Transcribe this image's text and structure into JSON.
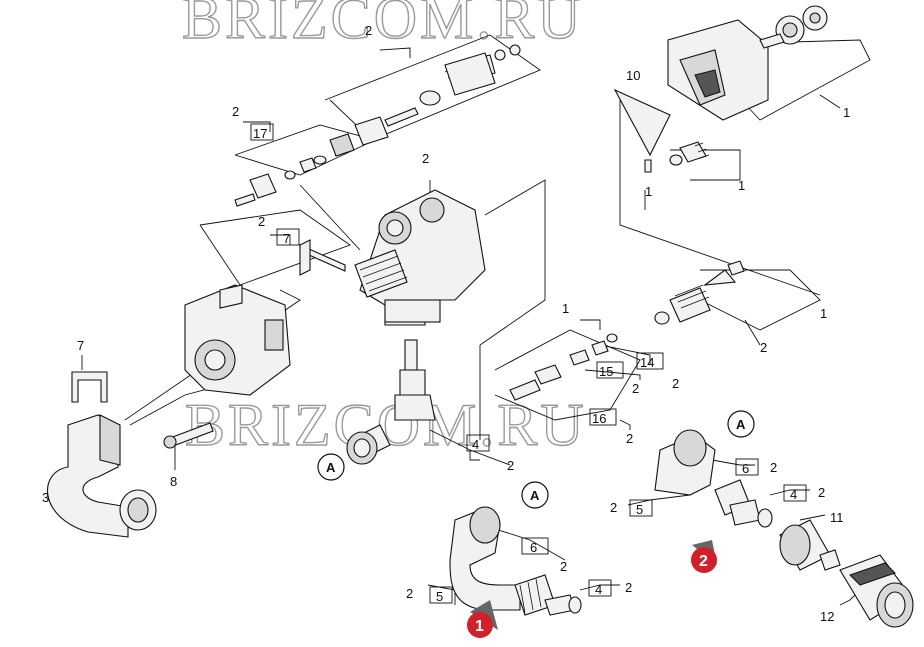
{
  "watermark": "BRIZCOM.RU",
  "labels": {
    "n10": "10",
    "n1_top": "1",
    "n2_top": "2",
    "n17": "17",
    "n2_17": "2",
    "n2_body": "2",
    "n1_valve": "1",
    "n1_right_a": "1",
    "n1_right_b": "1",
    "n2_7": "2",
    "n7_top": "7",
    "n1_mid": "1",
    "n2_right": "2",
    "n14": "14",
    "n2_14": "2",
    "n15": "15",
    "n2_15": "2",
    "n2_16": "2",
    "n16": "16",
    "n7_left": "7",
    "n3": "3",
    "n8": "8",
    "n4_center": "4",
    "n2_center": "2",
    "A_left": "A",
    "A_mid": "A",
    "A_right": "A",
    "n6_mid": "6",
    "n2_6mid": "2",
    "n2_5mid": "2",
    "n5_mid": "5",
    "n4_mid": "4",
    "n2_4mid": "2",
    "n6_right": "6",
    "n2_6right": "2",
    "n2_5right": "2",
    "n5_right": "5",
    "n4_right": "4",
    "n2_4right": "2",
    "n11": "11",
    "n12": "12",
    "badge1": "1",
    "badge2": "2"
  },
  "colors": {
    "badge": "#d0202a",
    "ink": "#111111",
    "watermark_stroke": "#9a9a9a"
  }
}
